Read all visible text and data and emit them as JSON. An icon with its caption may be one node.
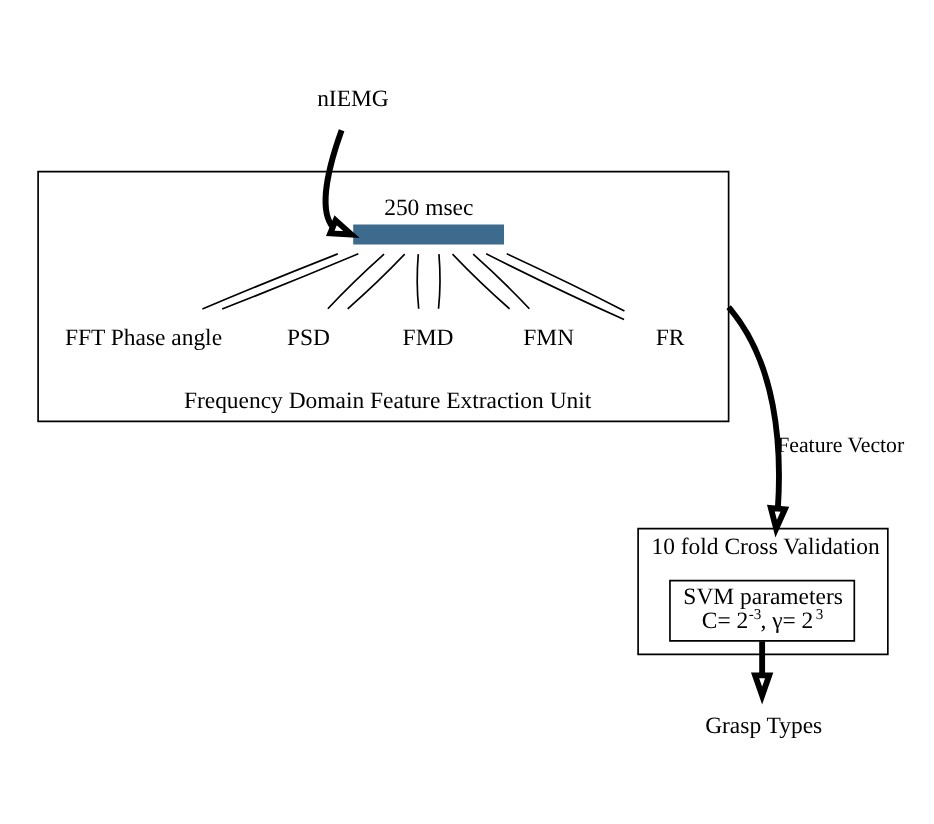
{
  "diagram": {
    "nodes": [
      {
        "text": [
          "Frequency Domain Feature Extraction Unit"
        ]
      },
      {
        "text": [
          "nIEMG"
        ]
      },
      {
        "text": [],
        "shape": "bar",
        "in": 0,
        "beside": [
          "250 msec"
        ]
      },
      {
        "text": [
          "FFT Phase angle"
        ],
        "in": 0
      },
      {
        "text": [
          "PSD"
        ],
        "in": 0
      },
      {
        "text": [
          "FMD"
        ],
        "in": 0
      },
      {
        "text": [
          "FMN"
        ],
        "in": 0
      },
      {
        "text": [
          "FR"
        ],
        "in": 0
      },
      {
        "text": [
          "10 fold Cross Validation"
        ]
      },
      {
        "text": [
          "SVM parameters",
          "C= 2$^{-3}$, γ= 2$^{3}$"
        ],
        "in": 8
      },
      {
        "text": [
          "Grasp Types"
        ]
      }
    ],
    "edges": [
      {
        "from": 1,
        "to": 2,
        "arrow": "to",
        "style": "thick"
      },
      {
        "from": 2,
        "to": 3,
        "arrow": "none"
      },
      {
        "from": 2,
        "to": 4,
        "arrow": "none"
      },
      {
        "from": 2,
        "to": 5,
        "arrow": "none"
      },
      {
        "from": 2,
        "to": 6,
        "arrow": "none"
      },
      {
        "from": 2,
        "to": 7,
        "arrow": "none"
      },
      {
        "from": 2,
        "to": 3,
        "arrow": "none"
      },
      {
        "from": 2,
        "to": 4,
        "arrow": "none"
      },
      {
        "from": 2,
        "to": 5,
        "arrow": "none"
      },
      {
        "from": 2,
        "to": 6,
        "arrow": "none"
      },
      {
        "from": 2,
        "to": 7,
        "arrow": "none"
      },
      {
        "from": 0,
        "to": 8,
        "arrow": "to",
        "style": "thick",
        "label": "Feature Vector"
      },
      {
        "from": 9,
        "to": 10,
        "arrow": "to",
        "style": "thick"
      }
    ]
  }
}
